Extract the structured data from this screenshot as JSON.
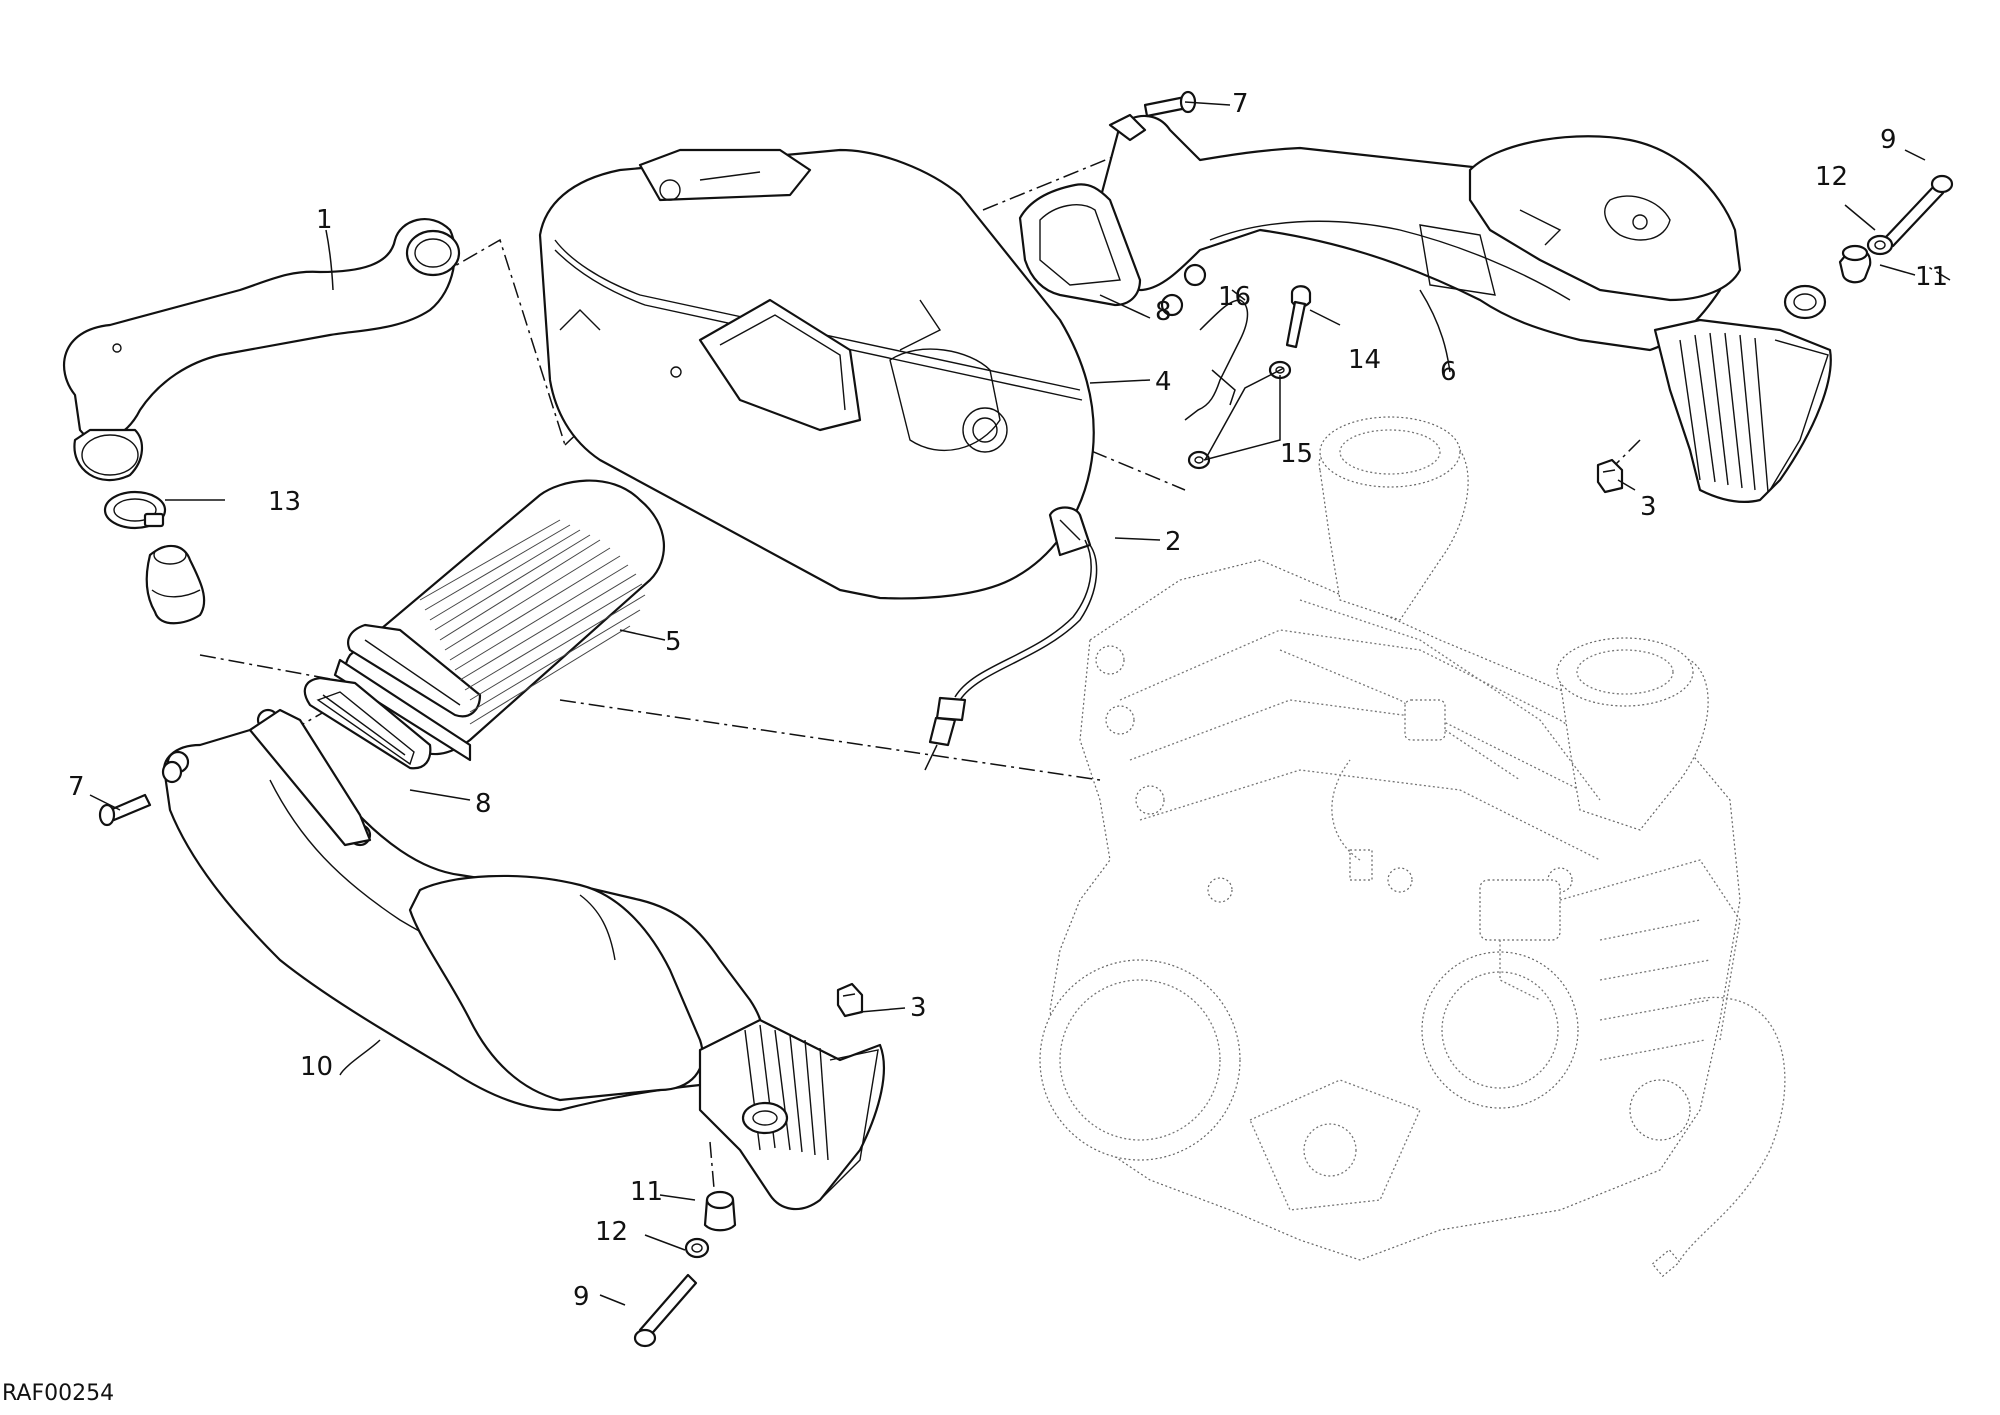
{
  "drawing": {
    "code": "RAF00254"
  },
  "callouts": [
    {
      "id": "c1",
      "label": "1"
    },
    {
      "id": "c2",
      "label": "2"
    },
    {
      "id": "c3a",
      "label": "3"
    },
    {
      "id": "c3b",
      "label": "3"
    },
    {
      "id": "c4",
      "label": "4"
    },
    {
      "id": "c5",
      "label": "5"
    },
    {
      "id": "c6",
      "label": "6"
    },
    {
      "id": "c7a",
      "label": "7"
    },
    {
      "id": "c7b",
      "label": "7"
    },
    {
      "id": "c8a",
      "label": "8"
    },
    {
      "id": "c8b",
      "label": "8"
    },
    {
      "id": "c9a",
      "label": "9"
    },
    {
      "id": "c9b",
      "label": "9"
    },
    {
      "id": "c10",
      "label": "10"
    },
    {
      "id": "c11a",
      "label": "11"
    },
    {
      "id": "c11b",
      "label": "11"
    },
    {
      "id": "c12a",
      "label": "12"
    },
    {
      "id": "c12b",
      "label": "12"
    },
    {
      "id": "c13",
      "label": "13"
    },
    {
      "id": "c14",
      "label": "14"
    },
    {
      "id": "c15",
      "label": "15"
    },
    {
      "id": "c16",
      "label": "16"
    }
  ]
}
